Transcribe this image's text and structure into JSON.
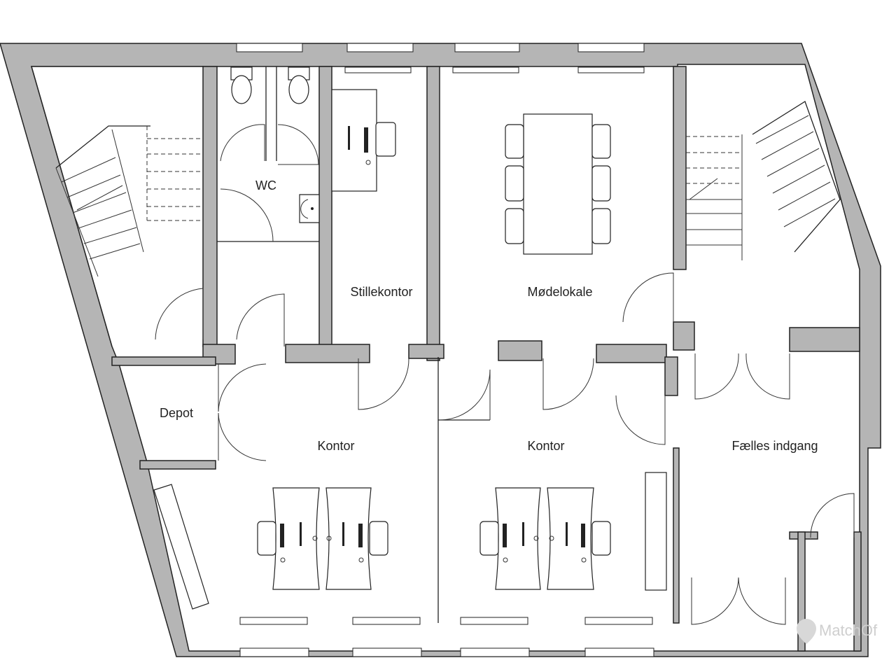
{
  "rooms": {
    "wc": "WC",
    "stillekontor": "Stillekontor",
    "modelokale": "Mødelokale",
    "depot": "Depot",
    "kontor_left": "Kontor",
    "kontor_right": "Kontor",
    "faelles": "Fælles indgang"
  },
  "watermark": "MatchOf"
}
